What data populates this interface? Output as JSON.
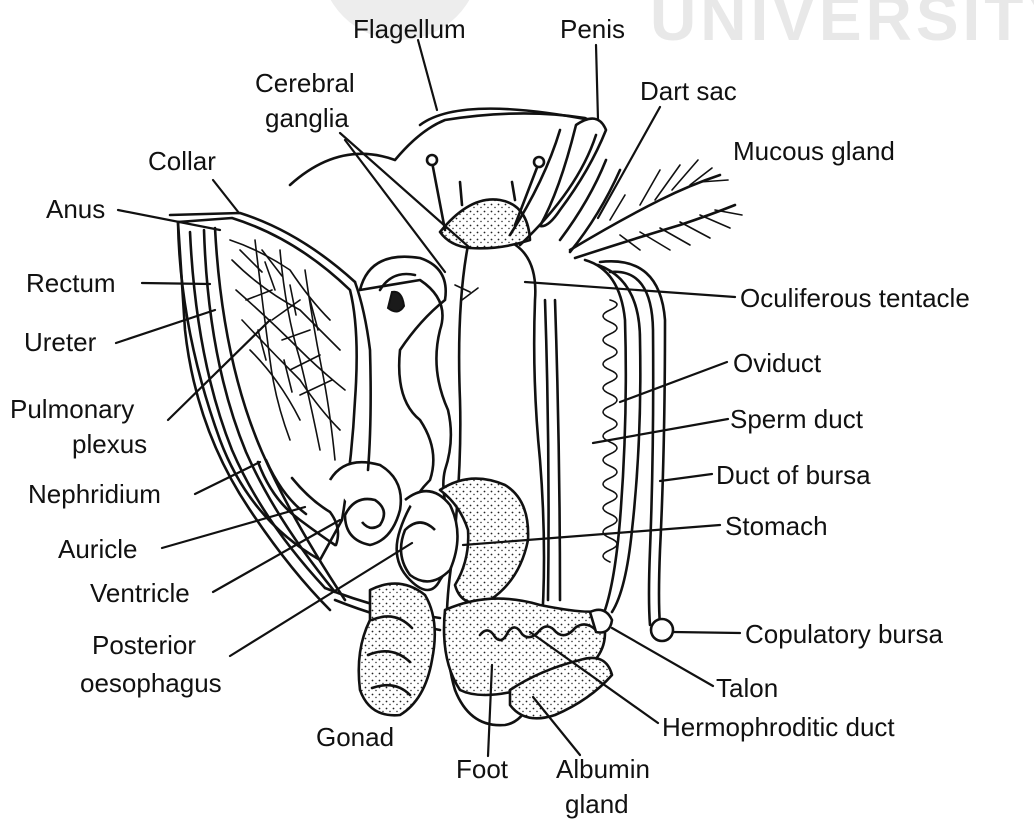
{
  "watermark": "UNIVERSITY",
  "labels": {
    "flagellum": "Flagellum",
    "penis": "Penis",
    "dart_sac": "Dart sac",
    "cerebral_ganglia_1": "Cerebral",
    "cerebral_ganglia_2": "ganglia",
    "mucous_gland": "Mucous gland",
    "collar": "Collar",
    "anus": "Anus",
    "rectum": "Rectum",
    "ureter": "Ureter",
    "oculiferous_tentacle": "Oculiferous tentacle",
    "pulmonary_plexus_1": "Pulmonary",
    "pulmonary_plexus_2": "plexus",
    "oviduct": "Oviduct",
    "sperm_duct": "Sperm duct",
    "duct_of_bursa": "Duct of bursa",
    "nephridium": "Nephridium",
    "stomach": "Stomach",
    "auricle": "Auricle",
    "ventricle": "Ventricle",
    "copulatory_bursa": "Copulatory bursa",
    "posterior_oesophagus_1": "Posterior",
    "posterior_oesophagus_2": "oesophagus",
    "talon": "Talon",
    "hermaphroditic_duct": "Hermophroditic duct",
    "gonad": "Gonad",
    "foot": "Foot",
    "albumin_gland_1": "Albumin",
    "albumin_gland_2": "gland"
  }
}
